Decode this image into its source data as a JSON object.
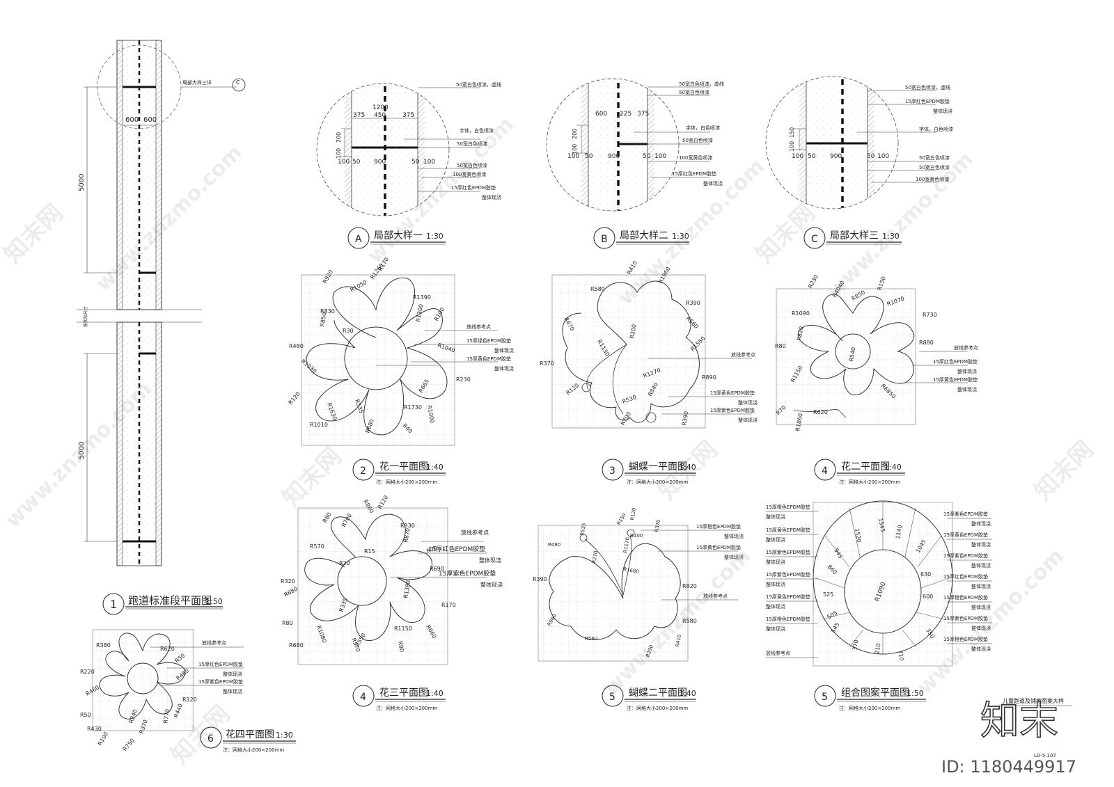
{
  "drawing_title": "儿童跑道及铺地图案大样",
  "sheet_no": "LD-5.107",
  "brand": "知末",
  "id_label": "ID: 1180449917",
  "watermark_url": "www.znzmo.com",
  "watermark_brand": "知末网",
  "track": {
    "title": "跑道标准段平面图",
    "scale": "1:50",
    "num": "1",
    "dim_width_left": "600",
    "dim_width_right": "600",
    "dim_upper": "5000",
    "dim_lower": "5000",
    "side_note": "按实际尺寸",
    "callout_label": "局部大样三详",
    "callout_letter": "C"
  },
  "details": [
    {
      "letter": "A",
      "title": "局部大样一",
      "scale": "1:30",
      "dims": {
        "top": "1200",
        "d1": "375",
        "d2": "450",
        "d3": "375",
        "h1": "100",
        "h2": "200",
        "b1": "100",
        "b2": "50",
        "b3": "900",
        "b4": "50",
        "b5": "100"
      },
      "notes": [
        "50宽白色喷漆，虚线",
        "字体，白色喷漆",
        "50宽白色喷漆",
        "50宽白色喷漆",
        "100宽黄色喷漆",
        "15厚红色EPDM胶垫",
        "整体现浇"
      ]
    },
    {
      "letter": "B",
      "title": "局部大样二",
      "scale": "1:30",
      "dims": {
        "d1": "600",
        "d2": "225",
        "d3": "375",
        "h1": "100",
        "h2": "200",
        "b1": "100",
        "b2": "50",
        "b3": "900",
        "b4": "50",
        "b5": "100"
      },
      "notes": [
        "50宽白色喷漆，虚线",
        "50宽白色喷漆",
        "字体，白色喷漆",
        "50宽白色喷漆",
        "100宽黄色喷漆",
        "15厚红色EPDM胶垫",
        "整体现浇"
      ]
    },
    {
      "letter": "C",
      "title": "局部大样三",
      "scale": "1:30",
      "dims": {
        "h1": "100",
        "h2": "150",
        "b1": "100",
        "b2": "50",
        "b3": "900",
        "b4": "50",
        "b5": "100"
      },
      "notes": [
        "50宽白色喷漆，虚线",
        "15厚红色EPDM胶垫",
        "整体现浇",
        "字体，白色喷漆",
        "50宽白色喷漆",
        "50宽白色喷漆",
        "100宽黄色喷漆"
      ]
    }
  ],
  "patterns": [
    {
      "num": "2",
      "title": "花一平面图",
      "scale": "1:40",
      "note": "注：网格大小200×200mm",
      "notes": [
        "放线参考点",
        "15厚绿色EPDM胶垫",
        "整体现浇",
        "15厚黄色EPDM胶垫",
        "整体现浇"
      ],
      "radii": [
        "R170",
        "R1260",
        "R1050",
        "R920",
        "R1390",
        "R1300",
        "R100",
        "R830",
        "R850",
        "R30",
        "R480",
        "R1040",
        "R1030",
        "R230",
        "R665",
        "R120",
        "R1630",
        "R535",
        "R1730",
        "R1000",
        "R1010",
        "R680",
        "R40"
      ]
    },
    {
      "num": "3",
      "title": "蝴蝶一平面图",
      "scale": "1:40",
      "note": "注：网格大小200×200mm",
      "notes": [
        "放线参考点",
        "15厚黄色EPDM胶垫",
        "整体现浇",
        "15厚紫色EPDM胶垫",
        "整体现浇"
      ],
      "radii": [
        "R410",
        "R1960",
        "R580",
        "R670",
        "R390",
        "R560",
        "R1550",
        "R370",
        "R1130",
        "R200",
        "R1270",
        "R890",
        "R120",
        "R840",
        "R530",
        "R700",
        "R390"
      ]
    },
    {
      "num": "4",
      "title": "花二平面图",
      "scale": "1:40",
      "note": "注：网格大小200×200mm",
      "notes": [
        "放线参考点",
        "15厚红色EPDM胶垫",
        "整体现浇",
        "15厚黄色EPDM胶垫",
        "整体现浇"
      ],
      "radii": [
        "R230",
        "R4040",
        "R850",
        "R150",
        "R1070",
        "R730",
        "R1090",
        "R820",
        "R880",
        "R80",
        "R540",
        "R1150",
        "R6850",
        "R70",
        "R1860",
        "R620"
      ]
    },
    {
      "num": "4",
      "title": "花三平面图",
      "scale": "1:40",
      "note": "注：网格大小200×200mm",
      "notes": [
        "放线参考点",
        "15厚红色EPDM胶垫",
        "整体现浇",
        "15厚紫色EPDM胶垫",
        "整体现浇"
      ],
      "radii": [
        "R860",
        "R120",
        "R700",
        "R930",
        "R80",
        "R870",
        "R570",
        "R15",
        "R70",
        "R20",
        "R690",
        "R320",
        "R680",
        "R1380",
        "R170",
        "R335",
        "R80",
        "R1150",
        "R660",
        "R680",
        "R1080",
        "R570",
        "R90",
        "R550"
      ]
    },
    {
      "num": "5",
      "title": "蝴蝶二平面图",
      "scale": "1:40",
      "note": "注：网格大小200×200mm",
      "notes": [
        "15厚橙色EPDM胶垫",
        "整体现浇",
        "15厚黄色EPDM胶垫",
        "整体现浇",
        "放线参考点"
      ],
      "radii": [
        "R120",
        "R535",
        "R150",
        "R100",
        "R370",
        "R480",
        "R1170",
        "R270",
        "R390",
        "R820",
        "R1680",
        "R580",
        "R960",
        "R560",
        "R410",
        "R290"
      ]
    },
    {
      "num": "5",
      "title": "组合图案平面图",
      "scale": "1:50",
      "note": "注：网格大小200×200mm",
      "notes_left": [
        "15厚橙色EPDM胶垫",
        "整体现浇",
        "15厚黄色EPDM胶垫",
        "整体现浇",
        "15厚紫色EPDM胶垫",
        "整体现浇",
        "15厚紫色EPDM胶垫",
        "整体现浇",
        "15厚黄色EPDM胶垫",
        "整体现浇",
        "15厚橙色EPDM胶垫",
        "整体现浇",
        "放线参考点"
      ],
      "notes_right": [
        "15厚紫色EPDM胶垫",
        "整体现浇",
        "15厚黄色EPDM胶垫",
        "整体现浇",
        "15厚紫色EPDM胶垫",
        "整体现浇",
        "15厚红色EPDM胶垫",
        "整体现浇",
        "15厚橙色EPDM胶垫",
        "整体现浇",
        "15厚紫色EPDM胶垫",
        "整体现浇",
        "15厚橙色EPDM胶垫",
        "整体现浇"
      ],
      "radii": [
        "R1090",
        "1520",
        "1545",
        "1140",
        "945",
        "1045",
        "860",
        "630",
        "525",
        "600",
        "505",
        "545",
        "370",
        "210",
        "710",
        "350"
      ]
    },
    {
      "num": "6",
      "title": "花四平面图",
      "scale": "1:30",
      "note": "注：网格大小200×200mm",
      "notes": [
        "放线参考点",
        "15厚红色EPDM胶垫",
        "整体现浇",
        "15厚紫色EPDM胶垫",
        "整体现浇"
      ],
      "radii": [
        "R380",
        "R620",
        "R460",
        "R50",
        "R220",
        "R460",
        "R120",
        "R50",
        "R240",
        "R440",
        "R770",
        "R370",
        "R430",
        "R100",
        "R750"
      ]
    }
  ]
}
